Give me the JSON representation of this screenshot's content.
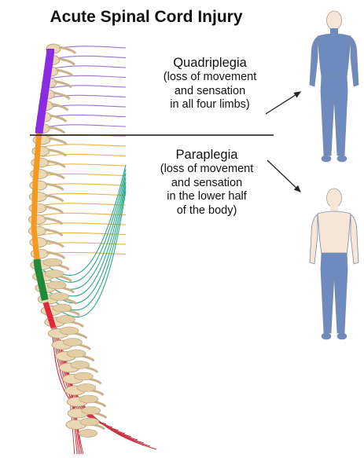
{
  "title": "Acute Spinal Cord Injury",
  "quadriplegia": {
    "name": "Quadriplegia",
    "description_lines": [
      "(loss of movement",
      "and sensation",
      "in all four limbs)"
    ]
  },
  "paraplegia": {
    "name": "Paraplegia",
    "description_lines": [
      "(loss of movement",
      "and sensation",
      "in the lower half",
      "of the body)"
    ]
  },
  "colors": {
    "cervical_cord": "#8b2be2",
    "thoracic_cord": "#f39a1e",
    "lumbar_cord": "#1f8a3a",
    "sacral_cord": "#e0283a",
    "cervical_nerves": "#9b74d9",
    "thoracic_nerves": "#f2b24a",
    "lumbar_nerves": "#2aa98a",
    "sacral_nerves": "#cc3040",
    "vertebra": "#ead8b4",
    "affected_body": "#6e8bc0",
    "unaffected_body": "#f5e6d8"
  }
}
